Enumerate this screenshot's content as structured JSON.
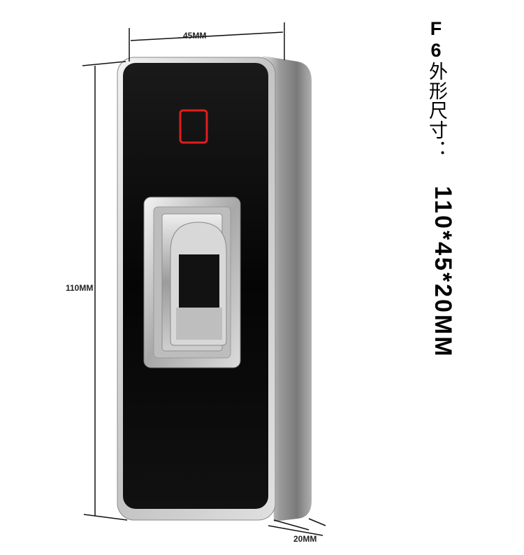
{
  "dimensions": {
    "width": "45MM",
    "height": "110MM",
    "depth": "20MM"
  },
  "title": {
    "model": "F6",
    "label_chars": [
      "外",
      "形",
      "尺",
      "寸",
      "："
    ],
    "size": "110*45*20MM"
  },
  "colors": {
    "panel": "#0a0a0a",
    "frame": "#c9c9c9",
    "indicator": "#e11d1d",
    "sensor_window": "#121212"
  },
  "icons": [
    "card-reader-indicator-icon",
    "fingerprint-sensor-icon"
  ]
}
